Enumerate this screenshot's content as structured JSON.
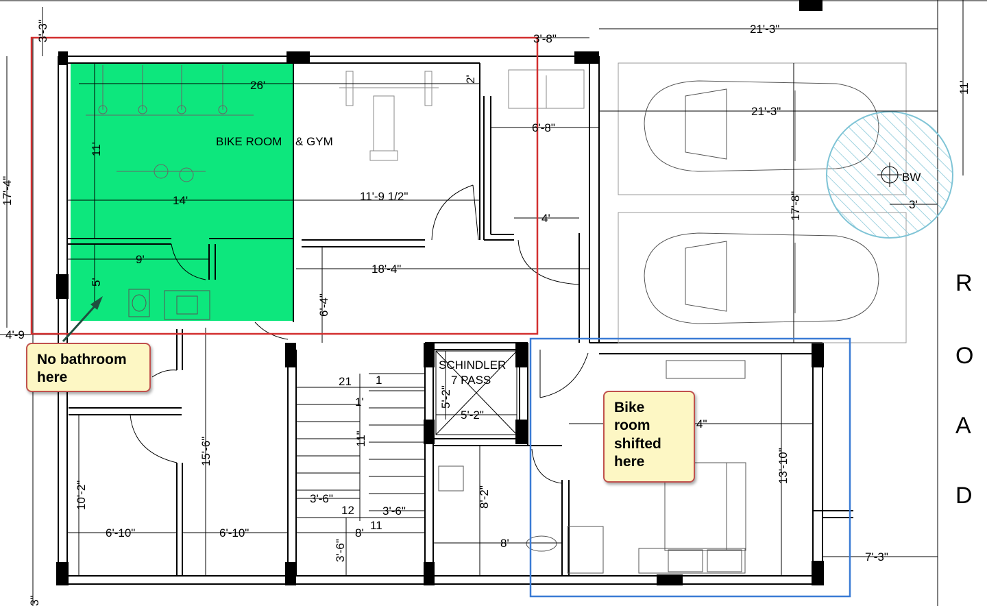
{
  "rooms": {
    "bike_room": "BIKE ROOM",
    "gym": "& GYM",
    "lift_line1": "SCHINDLER",
    "lift_line2": "7 PASS",
    "bw": "BW"
  },
  "road_letters": [
    "R",
    "O",
    "A",
    "D"
  ],
  "dimensions": {
    "d_3_3": "3'-3\"",
    "d_3_8": "3'-8\"",
    "d_21_3_top": "21'-3\"",
    "d_11_right": "11'",
    "d_26": "26'",
    "d_2": "2'",
    "d_21_3_mid": "21'-3\"",
    "d_6_8": "6'-8\"",
    "d_17_4": "17'-4\"",
    "d_11_left": "11'",
    "d_14": "14'",
    "d_11_9": "11'-9 1/2\"",
    "d_4": "4'",
    "d_17_8": "17'-8\"",
    "d_3_bw": "3'",
    "d_9": "9'",
    "d_18_4": "18'-4\"",
    "d_5": "5'",
    "d_6_4": "6'-4\"",
    "d_4_9": "4'-9",
    "d_15_6": "15'-6\"",
    "d_10_2": "10'-2\"",
    "d_6_10a": "6'-10\"",
    "d_6_10b": "6'-10\"",
    "d_8": "8'",
    "d_3_6_v": "3'-6\"",
    "d_3_6a": "3'-6\"",
    "d_3_6b": "3'-6\"",
    "d_1": "1'",
    "d_11in": "11\"",
    "d_5_2v": "5'-2\"",
    "d_5_2h": "5'-2\"",
    "d_8_2": "8'-2\"",
    "d_8b": "8'",
    "d_13_10": "13'-10\"",
    "d_4in": "4\"",
    "d_7_3": "7'-3\"",
    "d_3_bottom": "3\""
  },
  "stairs": {
    "n1": "1",
    "n21": "21",
    "n12": "12",
    "n11": "11"
  },
  "callouts": {
    "no_bathroom": "No bathroom here",
    "bike_shifted": "Bike room shifted here"
  },
  "colors": {
    "highlight_green": "#00e676",
    "red_frame": "#d32f2f",
    "blue_frame": "#3a7bd5",
    "bw_circle": "#7fc4d6",
    "callout_fill": "#fdf7c4",
    "callout_border": "#c0504d"
  }
}
